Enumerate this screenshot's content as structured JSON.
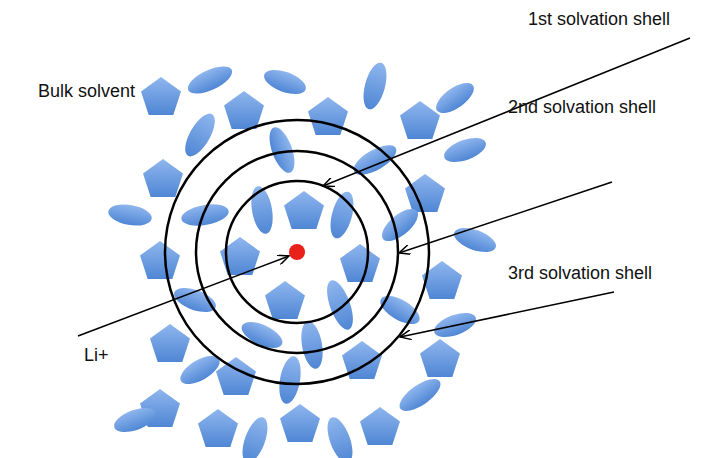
{
  "diagram": {
    "labels": [
      "1st solvation shell",
      "Bulk solvent",
      "2nd solvation shell",
      "3rd solvation shell",
      "Li+"
    ]
  }
}
